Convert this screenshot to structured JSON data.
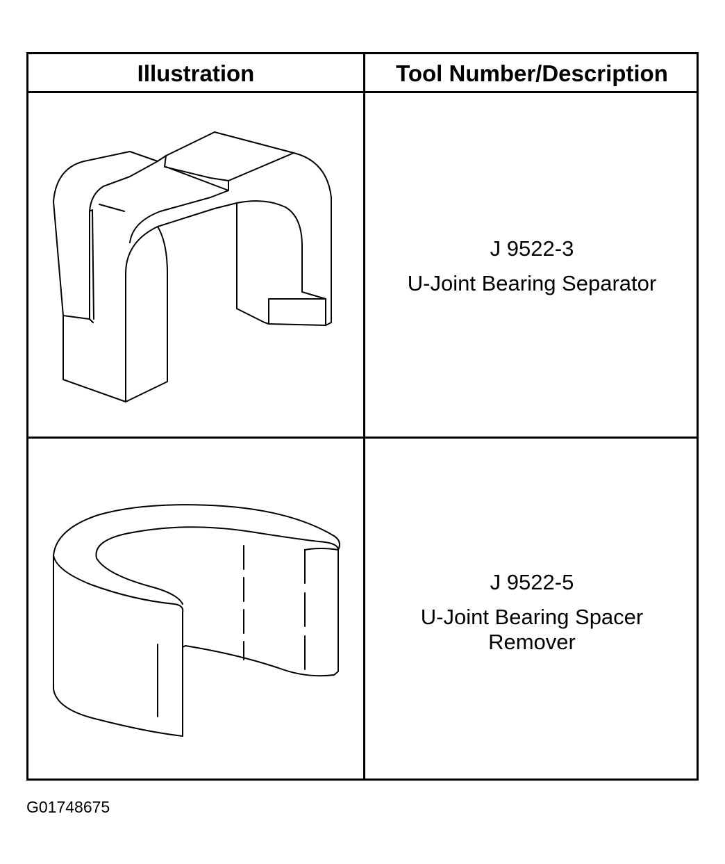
{
  "table": {
    "headers": {
      "illustration": "Illustration",
      "tool": "Tool Number/Description"
    },
    "rows": [
      {
        "number": "J 9522-3",
        "description": "U-Joint Bearing Separator",
        "icon": "u-joint-bearing-separator-drawing"
      },
      {
        "number": "J 9522-5",
        "description": "U-Joint Bearing Spacer\nRemover",
        "icon": "u-joint-bearing-spacer-remover-drawing"
      }
    ]
  },
  "figure_code": "G01748675"
}
